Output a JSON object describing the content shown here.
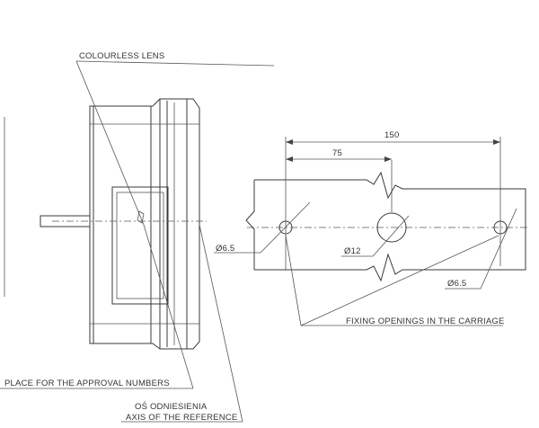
{
  "labels": {
    "colourless_lens": "COLOURLESS LENS",
    "approval_place": "PLACE FOR THE APPROVAL NUMBERS",
    "axis_pl": "OŚ ODNIESIENIA",
    "axis_en": "AXIS OF THE REFERENCE",
    "fixing": "FIXING OPENINGS IN THE CARRIAGE"
  },
  "dimensions": {
    "overall": "150",
    "half": "75",
    "hole_left": "Ø6.5",
    "hole_center": "Ø12",
    "hole_right": "Ø6.5"
  }
}
